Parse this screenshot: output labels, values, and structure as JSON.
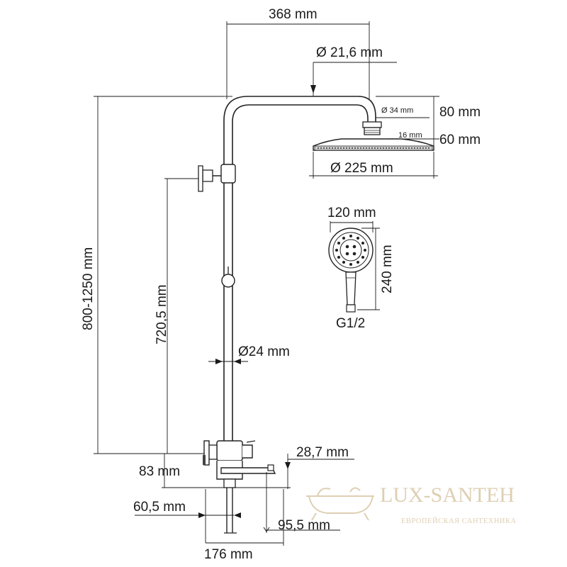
{
  "dimensions": {
    "arm_length": "368 mm",
    "arm_diameter": "Ø 21,6 mm",
    "connector_diameter": "Ø 34 mm",
    "connector_height": "80 mm",
    "head_thickness_label": "16 mm",
    "head_height": "60 mm",
    "head_diameter": "Ø 225 mm",
    "handshower_width": "120 mm",
    "handshower_length": "240 mm",
    "handshower_thread": "G1/2",
    "total_height": "800-1250 mm",
    "holder_height": "720,5 mm",
    "rod_diameter": "Ø24 mm",
    "spout_offset": "28,7 mm",
    "mixer_height": "83 mm",
    "wall_to_inlet": "60,5 mm",
    "spout_length": "95,5 mm",
    "mixer_width": "176 mm"
  },
  "watermark": {
    "brand": "LUX-SANTEH",
    "tagline": "ЕВРОПЕЙСКАЯ САНТЕХНИКА",
    "color": "#d9c7a6"
  },
  "colors": {
    "line": "#1a1a1a",
    "background": "#ffffff"
  }
}
